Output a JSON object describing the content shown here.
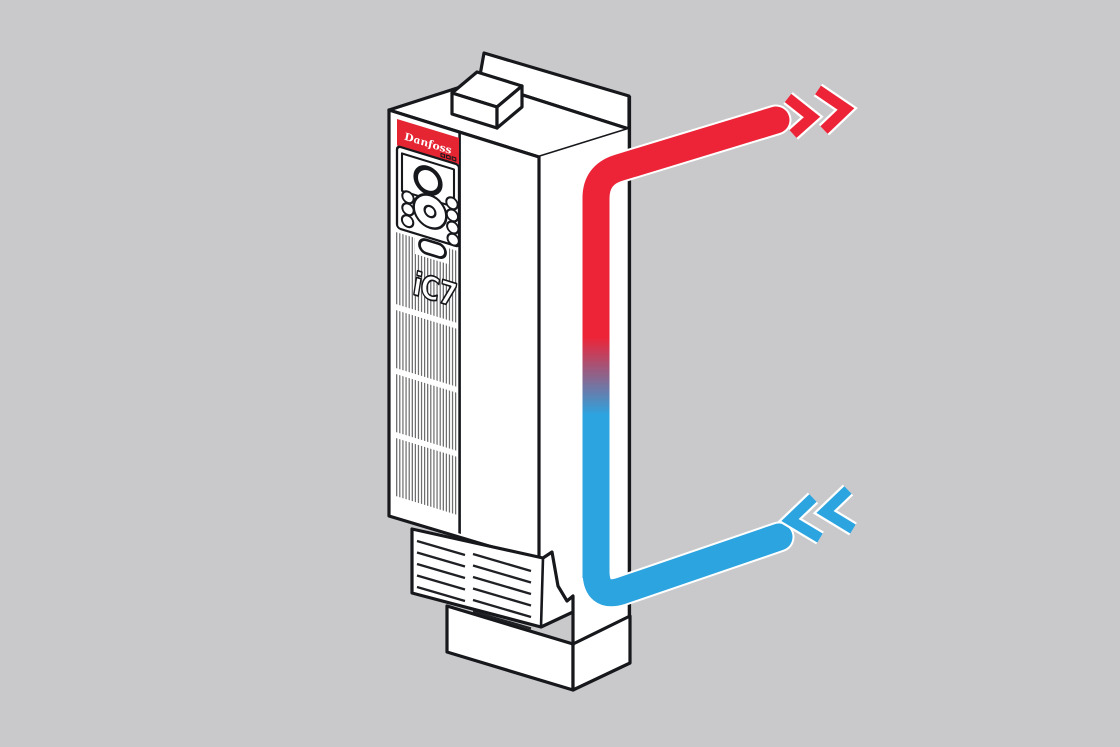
{
  "figure": {
    "type": "isometric-product-illustration",
    "background_color": "#c9c9cb",
    "outline_color": "#17181c",
    "device": {
      "body_fill": "#ffffff",
      "brand_logo_text": "Danfoss",
      "brand_band_color": "#e52532",
      "product_logo_text": "iC7"
    },
    "coolant_flow": {
      "hot": {
        "color": "#ed2438",
        "direction": "out-upper-right",
        "arrow_count": 2
      },
      "cold": {
        "color": "#2ca4e0",
        "direction": "in-lower-right",
        "arrow_count": 2
      }
    }
  }
}
